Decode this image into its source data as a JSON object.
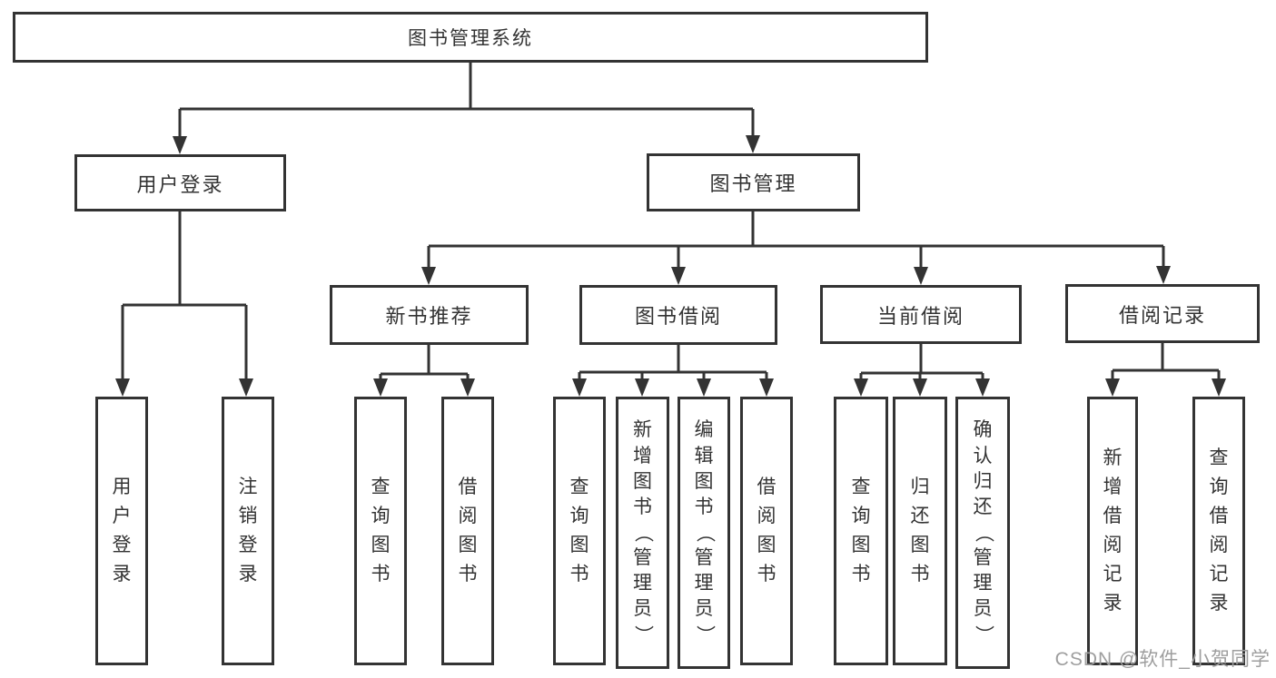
{
  "diagram_title": "图书管理系统",
  "nodes": {
    "root": "图书管理系统",
    "user_login": "用户登录",
    "book_management": "图书管理",
    "new_book_recommend": "新书推荐",
    "book_borrowing": "图书借阅",
    "current_borrowing": "当前借阅",
    "borrowing_records": "借阅记录",
    "leaf_user_login": "用户登录",
    "leaf_logout": "注销登录",
    "leaf_query_books_1": "查询图书",
    "leaf_borrow_books_1": "借阅图书",
    "leaf_query_books_2": "查询图书",
    "leaf_add_books_admin": "新增图书（管理员）",
    "leaf_edit_books_admin": "编辑图书（管理员）",
    "leaf_borrow_books_2": "借阅图书",
    "leaf_query_books_3": "查询图书",
    "leaf_return_books": "归还图书",
    "leaf_confirm_return_admin": "确认归还（管理员）",
    "leaf_add_borrow_record": "新增借阅记录",
    "leaf_query_borrow_record": "查询借阅记录"
  },
  "tree": {
    "label": "图书管理系统",
    "children": [
      {
        "label": "用户登录",
        "children": [
          {
            "label": "用户登录"
          },
          {
            "label": "注销登录"
          }
        ]
      },
      {
        "label": "图书管理",
        "children": [
          {
            "label": "新书推荐",
            "children": [
              {
                "label": "查询图书"
              },
              {
                "label": "借阅图书"
              }
            ]
          },
          {
            "label": "图书借阅",
            "children": [
              {
                "label": "查询图书"
              },
              {
                "label": "新增图书（管理员）"
              },
              {
                "label": "编辑图书（管理员）"
              },
              {
                "label": "借阅图书"
              }
            ]
          },
          {
            "label": "当前借阅",
            "children": [
              {
                "label": "查询图书"
              },
              {
                "label": "归还图书"
              },
              {
                "label": "确认归还（管理员）"
              }
            ]
          },
          {
            "label": "借阅记录",
            "children": [
              {
                "label": "新增借阅记录"
              },
              {
                "label": "查询借阅记录"
              }
            ]
          }
        ]
      }
    ]
  },
  "watermark": {
    "text": "CSDN @软件_小贺同学"
  },
  "colors": {
    "line": "#333333",
    "text": "#333333",
    "box_background": "#ffffff",
    "background": "#ffffff",
    "watermark": "#9e9e9e"
  }
}
